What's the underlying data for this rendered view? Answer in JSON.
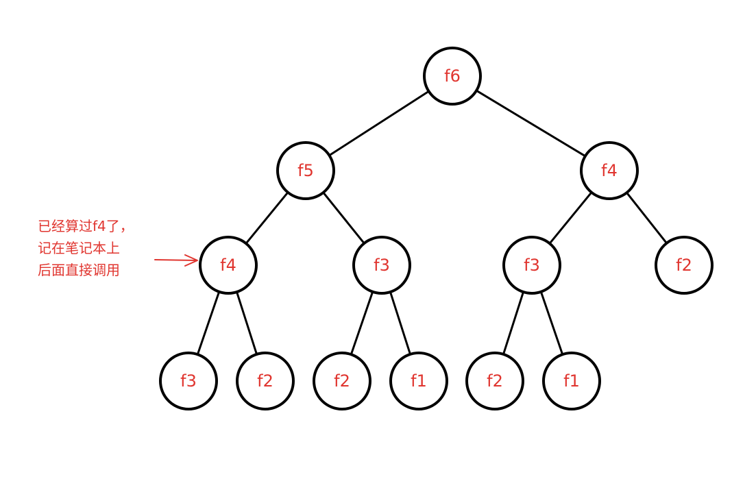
{
  "colors": {
    "node_label": "#e0352f",
    "edge": "#000000",
    "annotation": "#e0352f"
  },
  "tree": {
    "nodes": [
      {
        "id": "root",
        "label": "f6"
      },
      {
        "id": "l",
        "label": "f5"
      },
      {
        "id": "r",
        "label": "f4"
      },
      {
        "id": "ll",
        "label": "f4"
      },
      {
        "id": "lr",
        "label": "f3"
      },
      {
        "id": "rl",
        "label": "f3"
      },
      {
        "id": "rr",
        "label": "f2"
      },
      {
        "id": "lll",
        "label": "f3"
      },
      {
        "id": "llr",
        "label": "f2"
      },
      {
        "id": "lrl",
        "label": "f2"
      },
      {
        "id": "lrr",
        "label": "f1"
      },
      {
        "id": "rll",
        "label": "f2"
      },
      {
        "id": "rlr",
        "label": "f1"
      }
    ],
    "edges": [
      [
        "root",
        "l"
      ],
      [
        "root",
        "r"
      ],
      [
        "l",
        "ll"
      ],
      [
        "l",
        "lr"
      ],
      [
        "r",
        "rl"
      ],
      [
        "r",
        "rr"
      ],
      [
        "ll",
        "lll"
      ],
      [
        "ll",
        "llr"
      ],
      [
        "lr",
        "lrl"
      ],
      [
        "lr",
        "lrr"
      ],
      [
        "rl",
        "rll"
      ],
      [
        "rl",
        "rlr"
      ]
    ]
  },
  "annotation": {
    "lines": [
      "已经算过f4了，",
      "记在笔记本上",
      "后面直接调用"
    ]
  }
}
